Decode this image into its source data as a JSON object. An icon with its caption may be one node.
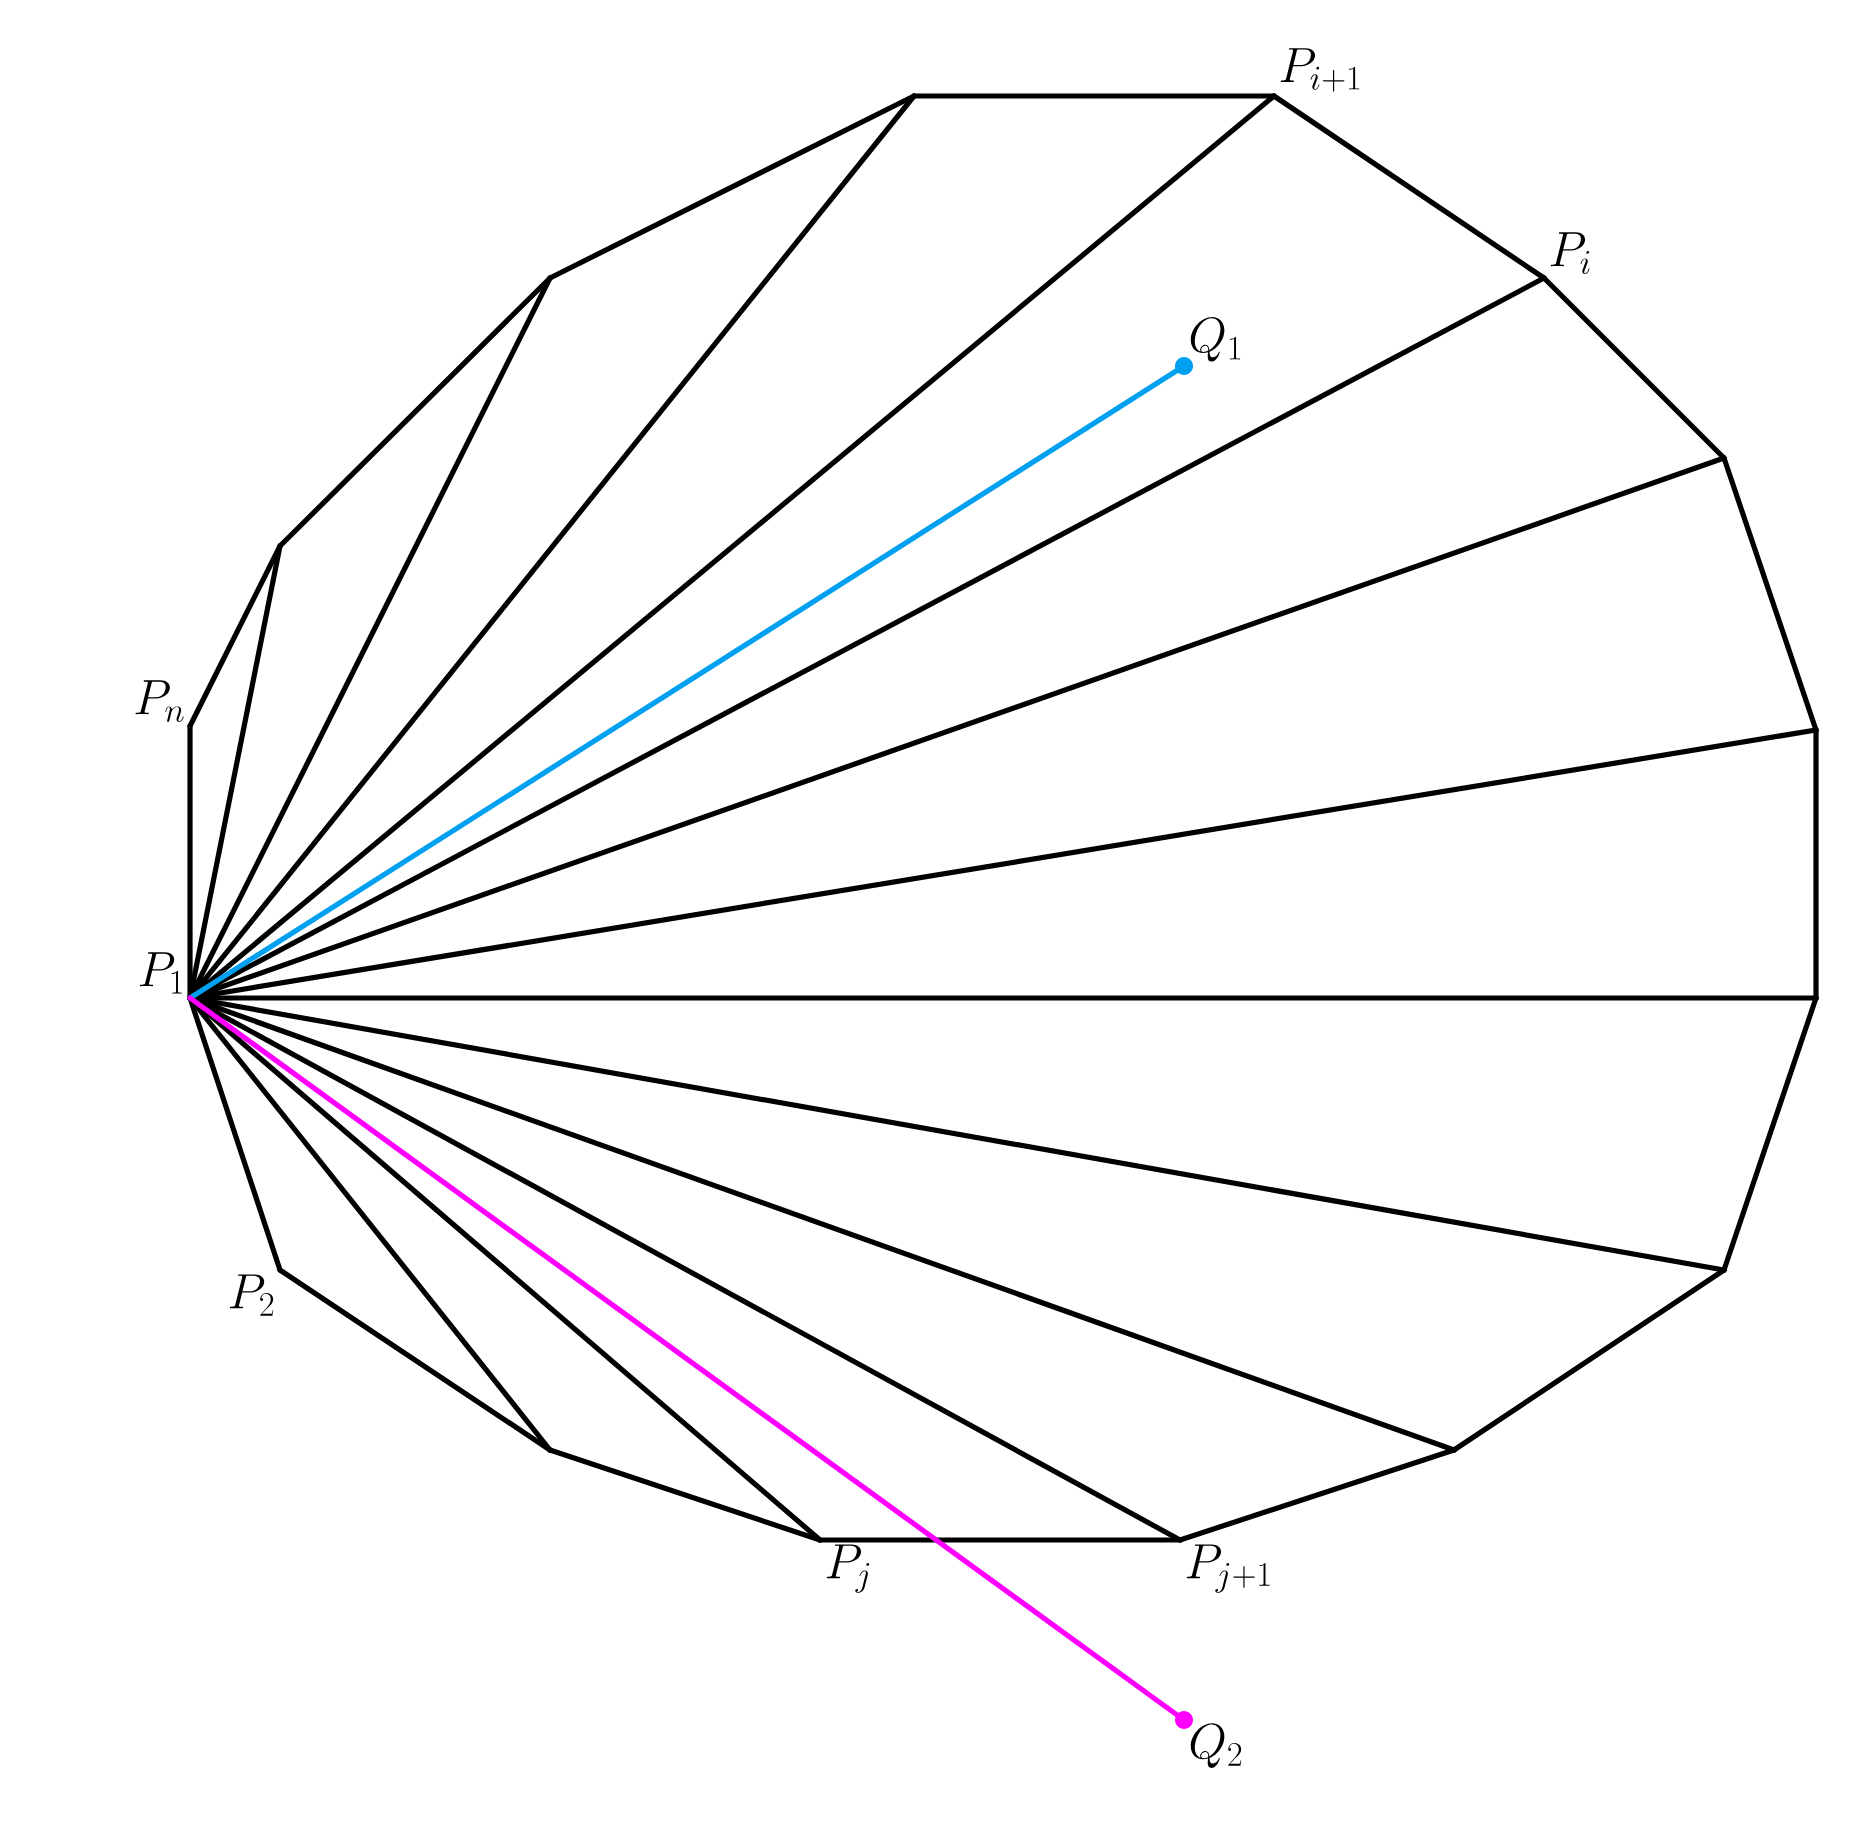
{
  "diagram": {
    "nodes": [
      {
        "text": [
          "P_1"
        ]
      },
      {
        "text": [
          "P_2"
        ]
      },
      {
        "text": [],
        "shape": "point"
      },
      {
        "text": [
          "P_j"
        ]
      },
      {
        "text": [
          "P_{j+1}"
        ]
      },
      {
        "text": [],
        "shape": "point"
      },
      {
        "text": [],
        "shape": "point"
      },
      {
        "text": [],
        "shape": "point"
      },
      {
        "text": [],
        "shape": "point"
      },
      {
        "text": [],
        "shape": "point"
      },
      {
        "text": [
          "P_i"
        ]
      },
      {
        "text": [
          "P_{i+1}"
        ]
      },
      {
        "text": [],
        "shape": "point"
      },
      {
        "text": [],
        "shape": "point"
      },
      {
        "text": [],
        "shape": "point"
      },
      {
        "text": [
          "P_n"
        ]
      },
      {
        "text": [
          "Q_1"
        ]
      },
      {
        "text": [
          "Q_2"
        ]
      }
    ],
    "edges": [
      {
        "from": 0,
        "to": 1,
        "arrow": "none"
      },
      {
        "from": 1,
        "to": 2,
        "arrow": "none"
      },
      {
        "from": 2,
        "to": 3,
        "arrow": "none"
      },
      {
        "from": 3,
        "to": 4,
        "arrow": "none"
      },
      {
        "from": 4,
        "to": 5,
        "arrow": "none"
      },
      {
        "from": 5,
        "to": 6,
        "arrow": "none"
      },
      {
        "from": 6,
        "to": 7,
        "arrow": "none"
      },
      {
        "from": 7,
        "to": 8,
        "arrow": "none"
      },
      {
        "from": 8,
        "to": 9,
        "arrow": "none"
      },
      {
        "from": 9,
        "to": 10,
        "arrow": "none"
      },
      {
        "from": 10,
        "to": 11,
        "arrow": "none"
      },
      {
        "from": 11,
        "to": 12,
        "arrow": "none"
      },
      {
        "from": 12,
        "to": 13,
        "arrow": "none"
      },
      {
        "from": 13,
        "to": 14,
        "arrow": "none"
      },
      {
        "from": 14,
        "to": 15,
        "arrow": "none"
      },
      {
        "from": 15,
        "to": 0,
        "arrow": "none"
      },
      {
        "from": 0,
        "to": 2,
        "arrow": "none"
      },
      {
        "from": 0,
        "to": 3,
        "arrow": "none"
      },
      {
        "from": 0,
        "to": 4,
        "arrow": "none"
      },
      {
        "from": 0,
        "to": 5,
        "arrow": "none"
      },
      {
        "from": 0,
        "to": 6,
        "arrow": "none"
      },
      {
        "from": 0,
        "to": 7,
        "arrow": "none"
      },
      {
        "from": 0,
        "to": 8,
        "arrow": "none"
      },
      {
        "from": 0,
        "to": 9,
        "arrow": "none"
      },
      {
        "from": 0,
        "to": 10,
        "arrow": "none"
      },
      {
        "from": 0,
        "to": 11,
        "arrow": "none"
      },
      {
        "from": 0,
        "to": 12,
        "arrow": "none"
      },
      {
        "from": 0,
        "to": 13,
        "arrow": "none"
      },
      {
        "from": 0,
        "to": 14,
        "arrow": "none"
      },
      {
        "from": 0,
        "to": 16,
        "arrow": "none",
        "color": "#00a0f0"
      },
      {
        "from": 0,
        "to": 17,
        "arrow": "none",
        "color": "#ff00ff"
      }
    ]
  }
}
